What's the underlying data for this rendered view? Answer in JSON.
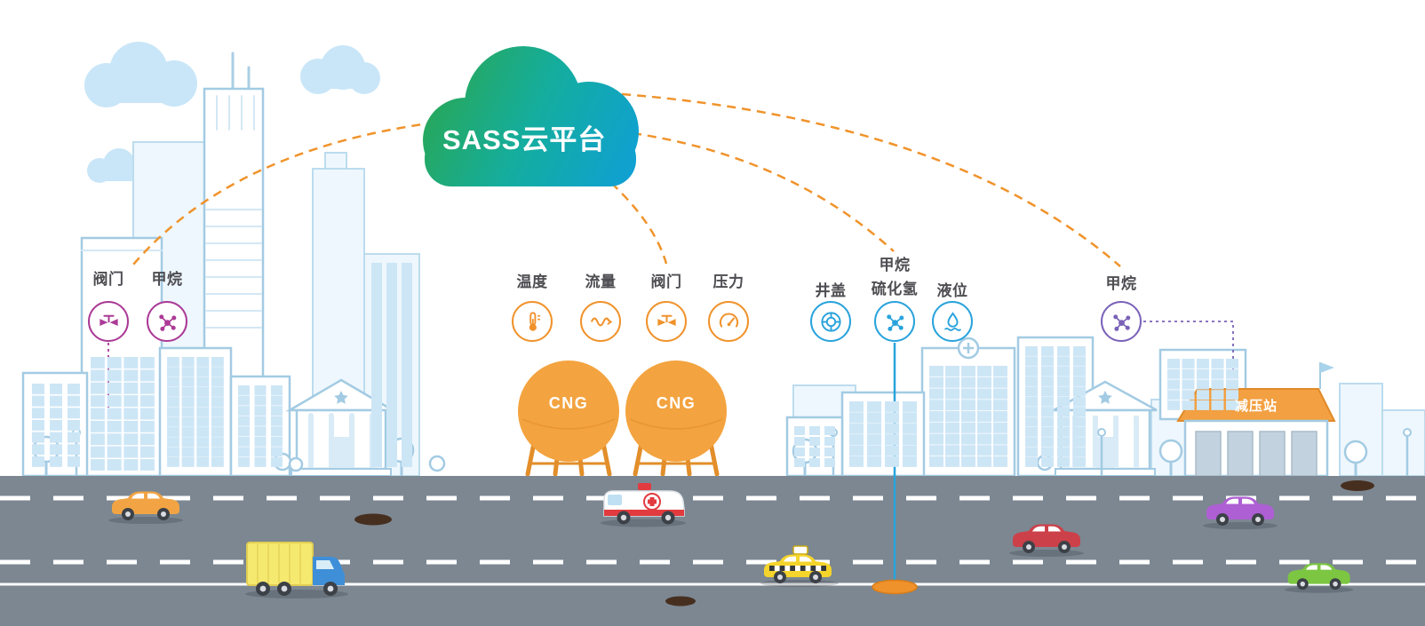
{
  "cloud": {
    "label": "SASS云平台"
  },
  "sensors": {
    "valve_left": {
      "label": "阀门"
    },
    "methane_left": {
      "label": "甲烷"
    },
    "temperature": {
      "label": "温度"
    },
    "flow": {
      "label": "流量"
    },
    "valve_mid": {
      "label": "阀门"
    },
    "pressure": {
      "label": "压力"
    },
    "manhole_cover": {
      "label": "井盖"
    },
    "methane_h2s": {
      "label_top": "甲烷",
      "label_bottom": "硫化氢"
    },
    "liquid_level": {
      "label": "液位"
    },
    "methane_right": {
      "label": "甲烷"
    }
  },
  "cng": {
    "tank_label": "CNG"
  },
  "station": {
    "label": "减压站"
  },
  "colors": {
    "group_city_left": "#ab3a96",
    "group_cng": "#f0922b",
    "group_manhole": "#29a3dc",
    "group_station": "#7a62b8",
    "connection_dashed": "#f0932b",
    "cloud_gradient_start": "#2ca64b",
    "cloud_gradient_end": "#0f9fd8",
    "road": "#7c8791",
    "tank_orange": "#f3a33f"
  },
  "icons": [
    "valve-icon",
    "molecule-icon",
    "thermometer-icon",
    "flow-icon",
    "gauge-icon",
    "manhole-cover-icon",
    "liquid-level-icon"
  ],
  "vehicles": [
    "orange-car",
    "yellow-truck",
    "ambulance",
    "taxi",
    "red-car",
    "purple-car",
    "green-car"
  ]
}
